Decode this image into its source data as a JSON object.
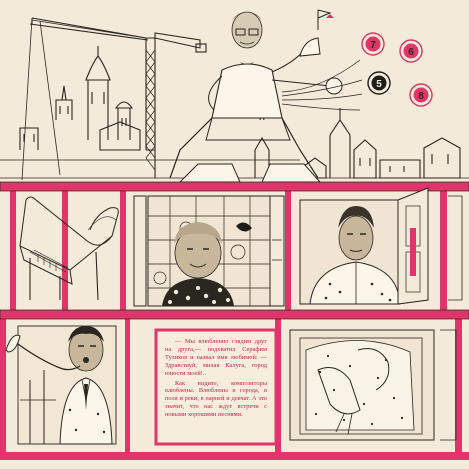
{
  "lottery_balls": [
    "7",
    "6",
    "5",
    "8"
  ],
  "caption": {
    "paragraph_1": "— Мы влюбленно глядим друг на друга,— подхватил Серафим Туликов и назвал имя любимой: — Здравствуй, милая Калуга, город юности моей!..",
    "paragraph_2": "Как видите, композиторы влюблены. Влюблены в города, в поля и реки, в парней и девчат. А это значит, что нас ждут встречи с новыми хорошими песнями."
  },
  "colors": {
    "accent": "#e0356a",
    "ink": "#2a2620",
    "paper": "#f3ead9",
    "ball_dark": "#1f1d1a"
  }
}
